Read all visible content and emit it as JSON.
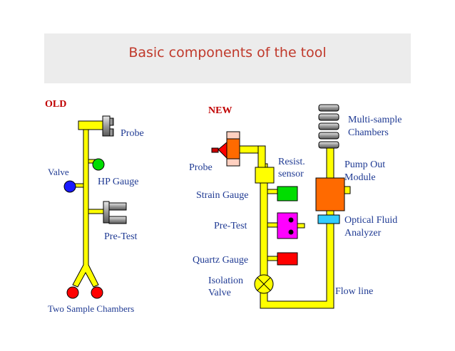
{
  "title": "Basic components of the tool",
  "old": {
    "heading": "OLD",
    "labels": {
      "probe": "Probe",
      "valve": "Valve",
      "hp_gauge": "HP Gauge",
      "pre_test": "Pre-Test",
      "two_sample_chambers": "Two Sample Chambers"
    }
  },
  "new": {
    "heading": "NEW",
    "labels": {
      "probe": "Probe",
      "resist_1": "Resist.",
      "resist_2": "sensor",
      "strain_gauge": "Strain Gauge",
      "pre_test": "Pre-Test",
      "quartz_gauge": "Quartz Gauge",
      "isolation_1": "Isolation",
      "isolation_2": "Valve",
      "multi_sample_1": "Multi-sample",
      "multi_sample_2": "Chambers",
      "pump_out_1": "Pump Out",
      "pump_out_2": "Module",
      "ofa_1": "Optical Fluid",
      "ofa_2": "Analyzer",
      "flow_line": "Flow line"
    }
  },
  "colors": {
    "title": "#c0392b",
    "heading": "#c00000",
    "label": "#1f3a93",
    "line": "#ffff00",
    "valve_blue": "#1a1aff",
    "gauge_green": "#00dd00",
    "chamber_red": "#ff0000",
    "magenta": "#ff00ff",
    "orange": "#ff6a00",
    "cyan": "#33ccff"
  }
}
